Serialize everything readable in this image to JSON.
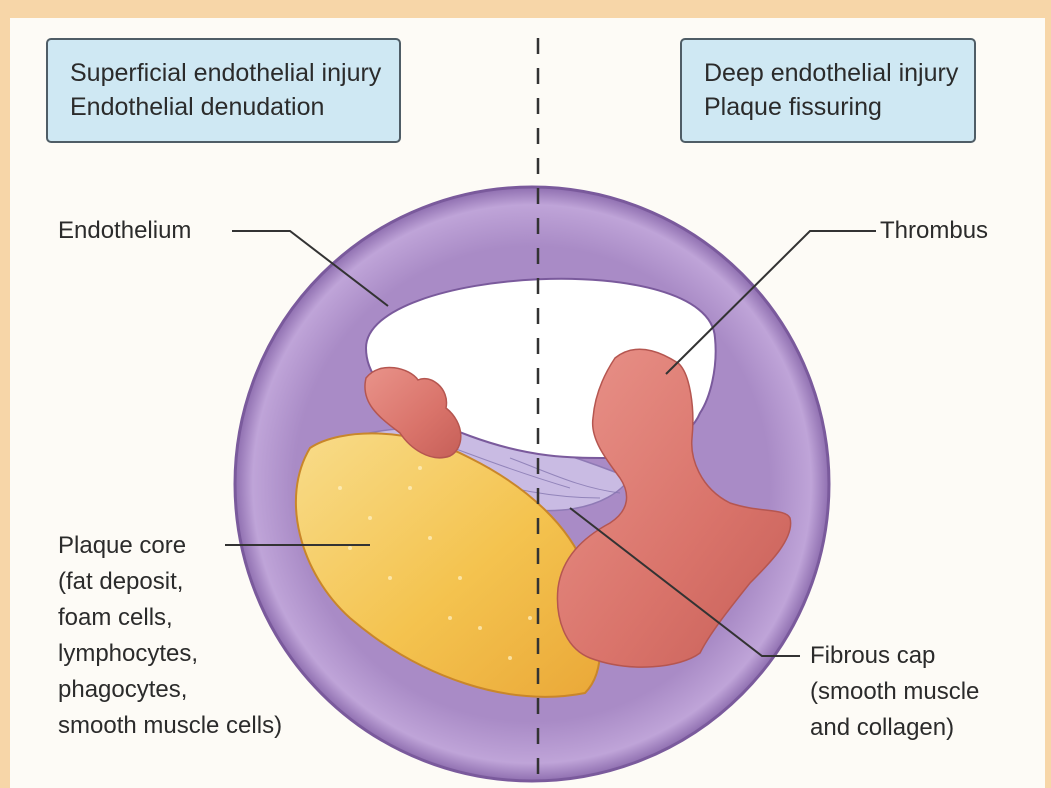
{
  "header_left": {
    "line1": "Superficial endothelial injury",
    "line2": "Endothelial denudation"
  },
  "header_right": {
    "line1": "Deep endothelial injury",
    "line2": "Plaque fissuring"
  },
  "labels": {
    "endothelium": "Endothelium",
    "thrombus": "Thrombus",
    "plaque_core": [
      "Plaque core",
      "(fat deposit,",
      "foam cells,",
      "lymphocytes,",
      "phagocytes,",
      "smooth muscle cells)"
    ],
    "fibrous_cap": [
      "Fibrous cap",
      "(smooth muscle",
      "and collagen)"
    ]
  },
  "colors": {
    "page_border": "#f7d6a8",
    "header_box": "#cfe8f3",
    "vessel_wall": "#b89ad0",
    "thrombus": "#d8766a",
    "plaque_core": "#f3c04c",
    "fibrous_cap": "#c3b4de"
  }
}
